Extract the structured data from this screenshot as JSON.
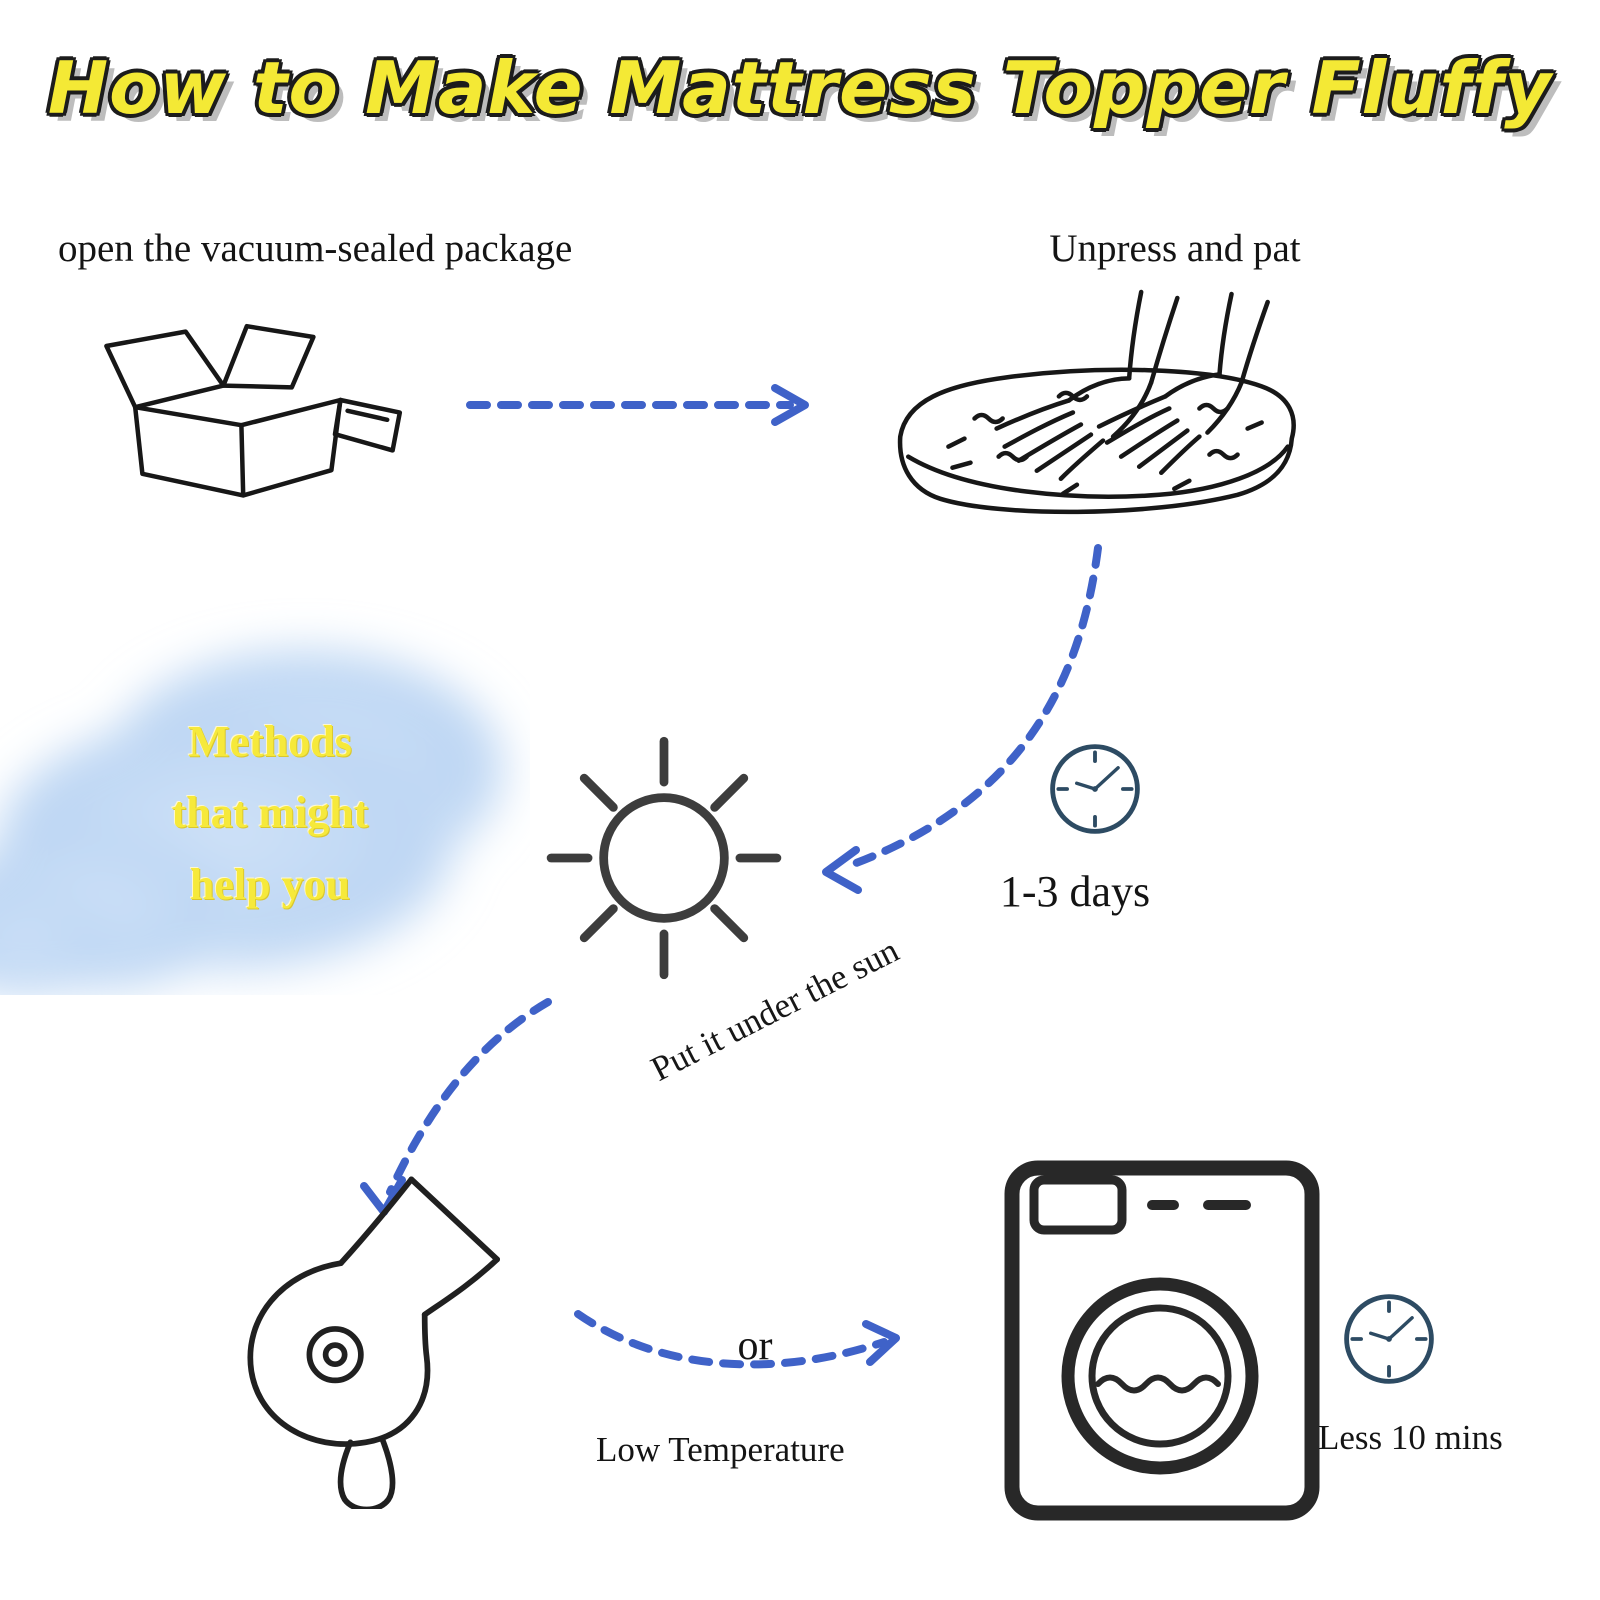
{
  "title": "How to Make Mattress Topper  Fluffy",
  "steps": {
    "open_package": "open the vacuum-sealed package",
    "unpress_pat": "Unpress and pat",
    "sun_method": "Put it under the sun",
    "sun_duration": "1-3 days",
    "or_connector": "or",
    "dryer_setting": "Low Temperature",
    "wash_duration": "Less 10 mins"
  },
  "methods_cloud": {
    "line1": "Methods",
    "line2": "that might",
    "line3": "help you"
  },
  "icons": {
    "box": "open-box-icon",
    "mattress": "hands-patting-topper-icon",
    "sun": "sun-icon",
    "clock_days": "clock-icon",
    "clock_mins": "clock-icon",
    "hairdryer": "hair-dryer-icon",
    "washing_machine": "washing-machine-icon",
    "cloud": "methods-cloud-shape",
    "arrows": "dashed-flow-arrows"
  },
  "colors": {
    "arrow": "#3f62c8",
    "title_fill": "#f4e935",
    "title_outline": "#1c1c1c",
    "clock": "#2d4b63",
    "ink": "#171717",
    "cloud_fill": "#bdd6f3",
    "cloud_text": "#f6e93b"
  }
}
